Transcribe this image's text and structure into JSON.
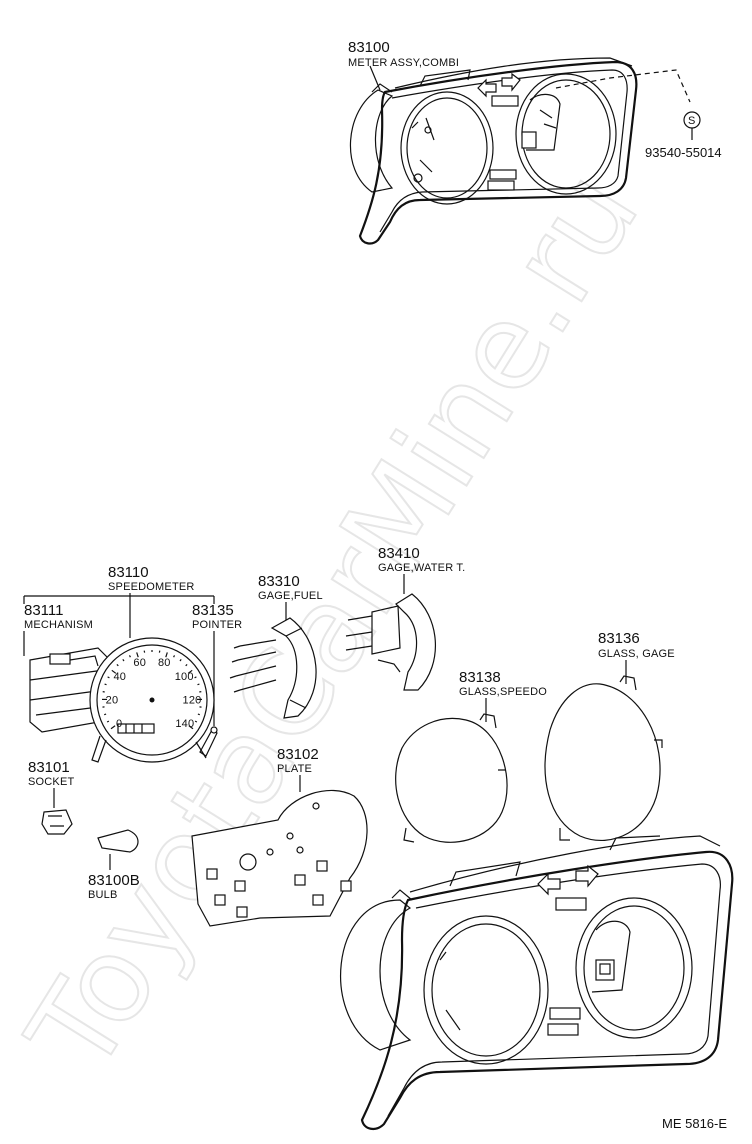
{
  "watermark": "ToyotaCarMine.ru",
  "footer_code": "ME  5816-E",
  "parts": {
    "meter_assy": {
      "number": "83100",
      "name": "METER ASSY,COMBI"
    },
    "screw": {
      "number": "93540-55014",
      "symbol": "S"
    },
    "speedometer": {
      "number": "83110",
      "name": "SPEEDOMETER"
    },
    "mechanism": {
      "number": "83111",
      "name": "MECHANISM"
    },
    "pointer": {
      "number": "83135",
      "name": "POINTER"
    },
    "gage_fuel": {
      "number": "83310",
      "name": "GAGE,FUEL"
    },
    "gage_water": {
      "number": "83410",
      "name": "GAGE,WATER T."
    },
    "glass_gage": {
      "number": "83136",
      "name": "GLASS, GAGE"
    },
    "glass_speedo": {
      "number": "83138",
      "name": "GLASS,SPEEDO"
    },
    "plate": {
      "number": "83102",
      "name": "PLATE"
    },
    "socket": {
      "number": "83101",
      "name": "SOCKET"
    },
    "bulb": {
      "number": "83100B",
      "name": "BULB"
    }
  },
  "dial_marks": [
    "0",
    "20",
    "40",
    "60",
    "80",
    "100",
    "120",
    "140"
  ]
}
